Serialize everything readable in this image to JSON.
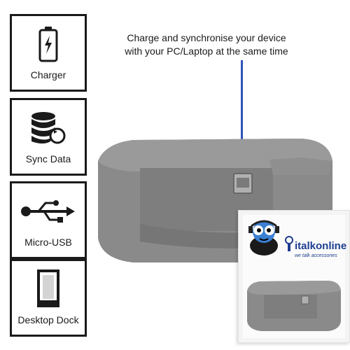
{
  "features": [
    {
      "label": "Charger",
      "icon": "battery-charging-icon"
    },
    {
      "label": "Sync Data",
      "icon": "database-sync-icon"
    },
    {
      "label": "Micro-USB",
      "icon": "usb-icon"
    },
    {
      "label": "Desktop Dock",
      "icon": "phone-dock-icon"
    }
  ],
  "callout": {
    "line1": "Charge and synchronise your device",
    "line2": "with your PC/Laptop at the same time"
  },
  "brand": {
    "name": "italkonline",
    "tagline": "we talk accessories",
    "color": "#1c3d8f"
  },
  "colors": {
    "dock": "#808080",
    "callout_line": "#2f55b8",
    "frame": "#1a1a1a"
  }
}
